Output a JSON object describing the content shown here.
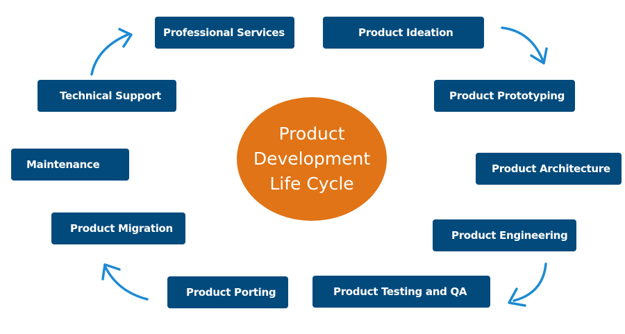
{
  "center": {
    "line1": "Product",
    "line2": "Development",
    "line3": "Life Cycle"
  },
  "stages": [
    {
      "label": "Professional Services"
    },
    {
      "label": "Product Ideation"
    },
    {
      "label": "Product Prototyping"
    },
    {
      "label": "Product Architecture"
    },
    {
      "label": "Product Engineering"
    },
    {
      "label": "Product Testing and QA"
    },
    {
      "label": "Product Porting"
    },
    {
      "label": "Product Migration"
    },
    {
      "label": "Maintenance"
    },
    {
      "label": "Technical Support"
    }
  ],
  "colors": {
    "box": "#034a7c",
    "circle": "#e07416",
    "arrow": "#1e8ad2"
  }
}
